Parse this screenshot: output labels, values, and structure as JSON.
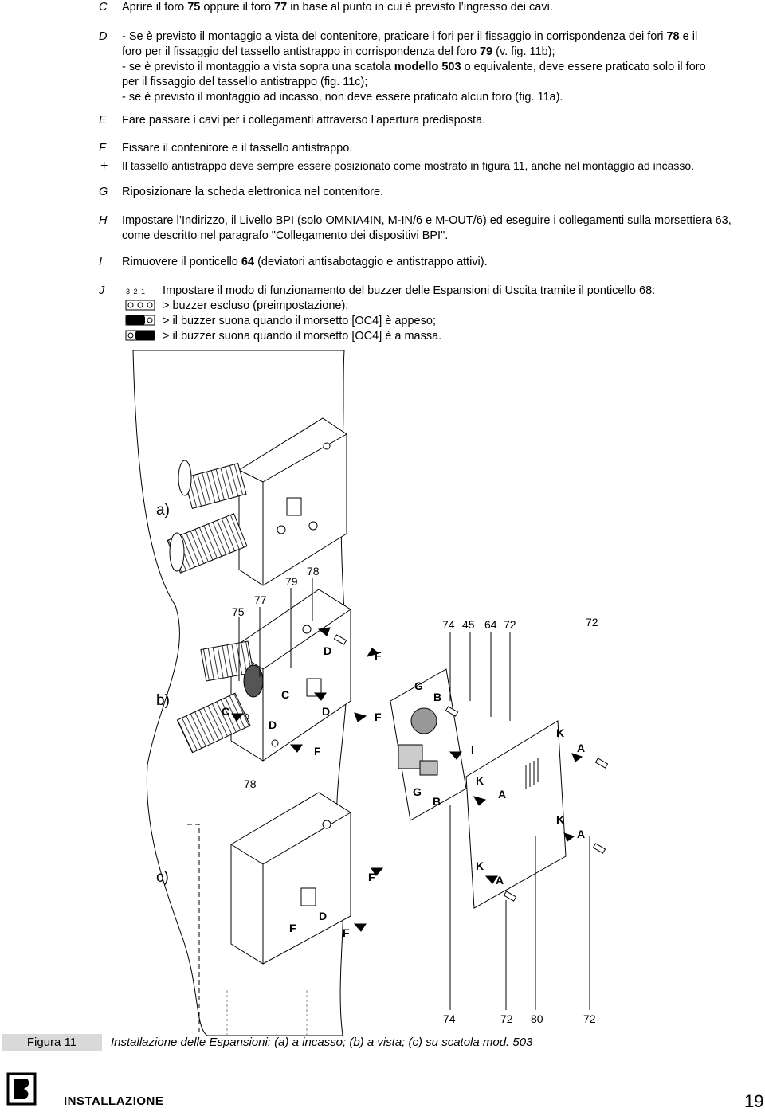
{
  "steps": {
    "C": {
      "letter": "C",
      "pre": "Aprire il foro ",
      "n1": "75",
      "mid": " oppure il foro ",
      "n2": "77",
      "post": " in base al punto in cui è previsto l’ingresso dei cavi."
    },
    "D": {
      "letter": "D",
      "l1a": "- Se è previsto il montaggio a vista del contenitore, praticare i fori per il fissaggio in corrispondenza dei fori ",
      "l1b": "78",
      "l1c": " e il",
      "l2a": "foro per il fissaggio del tassello antistrappo in corrispondenza del foro ",
      "l2b": "79",
      "l2c": " (v. fig. 11b);",
      "l3a": "- se è previsto il montaggio a vista sopra una scatola ",
      "l3b": "modello 503",
      "l3c": " o equivalente, deve essere praticato solo il foro",
      "l4": "per il fissaggio del tassello antistrappo (fig. 11c);",
      "l5": "- se è previsto il montaggio ad incasso, non deve essere praticato alcun foro (fig. 11a)."
    },
    "E": {
      "letter": "E",
      "text": "Fare passare i cavi per i collegamenti attraverso l’apertura predisposta."
    },
    "F": {
      "letter": "F",
      "text": "Fissare il contenitore e il tassello antistrappo."
    },
    "note": {
      "symbol": "+",
      "text": "Il tassello antistrappo deve sempre essere posizionato come mostrato in figura 11, anche nel montaggio ad incasso."
    },
    "G": {
      "letter": "G",
      "text": "Riposizionare la scheda elettronica nel contenitore."
    },
    "H": {
      "letter": "H",
      "l1": "Impostare l’Indirizzo, il Livello BPI (solo OMNIA4IN, M-IN/6 e M-OUT/6) ed eseguire i collegamenti sulla morsettiera 63,",
      "l2": "come descritto nel paragrafo \"Collegamento dei dispositivi BPI\"."
    },
    "I": {
      "letter": "I",
      "pre": "Rimuovere il ponticello ",
      "n": "64",
      "post": " (deviatori antisabotaggio e antistrappo attivi)."
    },
    "J": {
      "letter": "J",
      "pins": "3  2  1",
      "text": "Impostare il modo di funzionamento del buzzer delle Espansioni di Uscita tramite il ponticello 68:",
      "opt1": "> buzzer escluso (preimpostazione);",
      "opt2": "> il buzzer suona quando il morsetto [OC4] è appeso;",
      "opt3": "> il buzzer suona quando il morsetto [OC4] è a massa."
    }
  },
  "figure": {
    "label_a": "a)",
    "label_b": "b)",
    "label_c": "c)",
    "callouts_top": [
      "78",
      "79",
      "77",
      "75",
      "74",
      "45",
      "64",
      "72",
      "72"
    ],
    "callout_bottom_78": "78",
    "callouts_bottom": [
      "74",
      "72",
      "80",
      "72"
    ],
    "letters": [
      "C",
      "D",
      "F",
      "G",
      "B",
      "I",
      "A",
      "K"
    ]
  },
  "footer": {
    "figure_label": "Figura 11",
    "caption": "Installazione delle Espansioni: (a) a incasso; (b) a vista; (c) su scatola mod. 503",
    "section": "INSTALLAZIONE",
    "page": "19"
  }
}
